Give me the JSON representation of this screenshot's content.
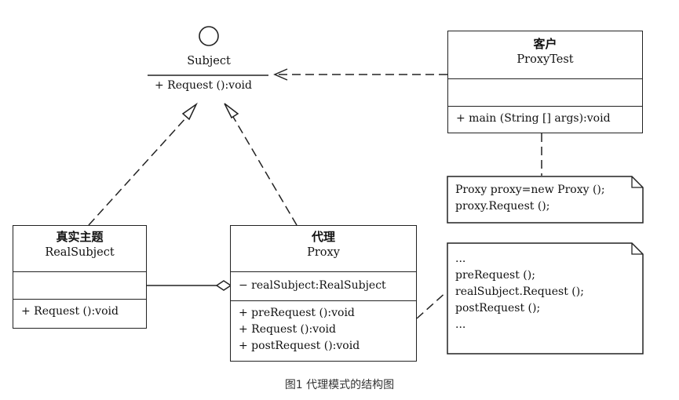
{
  "subject": {
    "name": "Subject",
    "operation": "+ Request ():void"
  },
  "client": {
    "title_cn": "客户",
    "name": "ProxyTest",
    "operation": "+ main (String [] args):void"
  },
  "client_note": {
    "lines": [
      "Proxy proxy=new Proxy ();",
      "proxy.Request ();"
    ]
  },
  "real_subject": {
    "title_cn": "真实主题",
    "name": "RealSubject",
    "operation": "+ Request ():void"
  },
  "proxy": {
    "title_cn": "代理",
    "name": "Proxy",
    "attribute": "− realSubject:RealSubject",
    "operations": [
      "+ preRequest ():void",
      "+ Request ():void",
      "+ postRequest ():void"
    ]
  },
  "proxy_note": {
    "lines": [
      "...",
      "preRequest ();",
      "realSubject.Request ();",
      "postRequest ();",
      "..."
    ]
  },
  "caption": "图1 代理模式的结构图"
}
